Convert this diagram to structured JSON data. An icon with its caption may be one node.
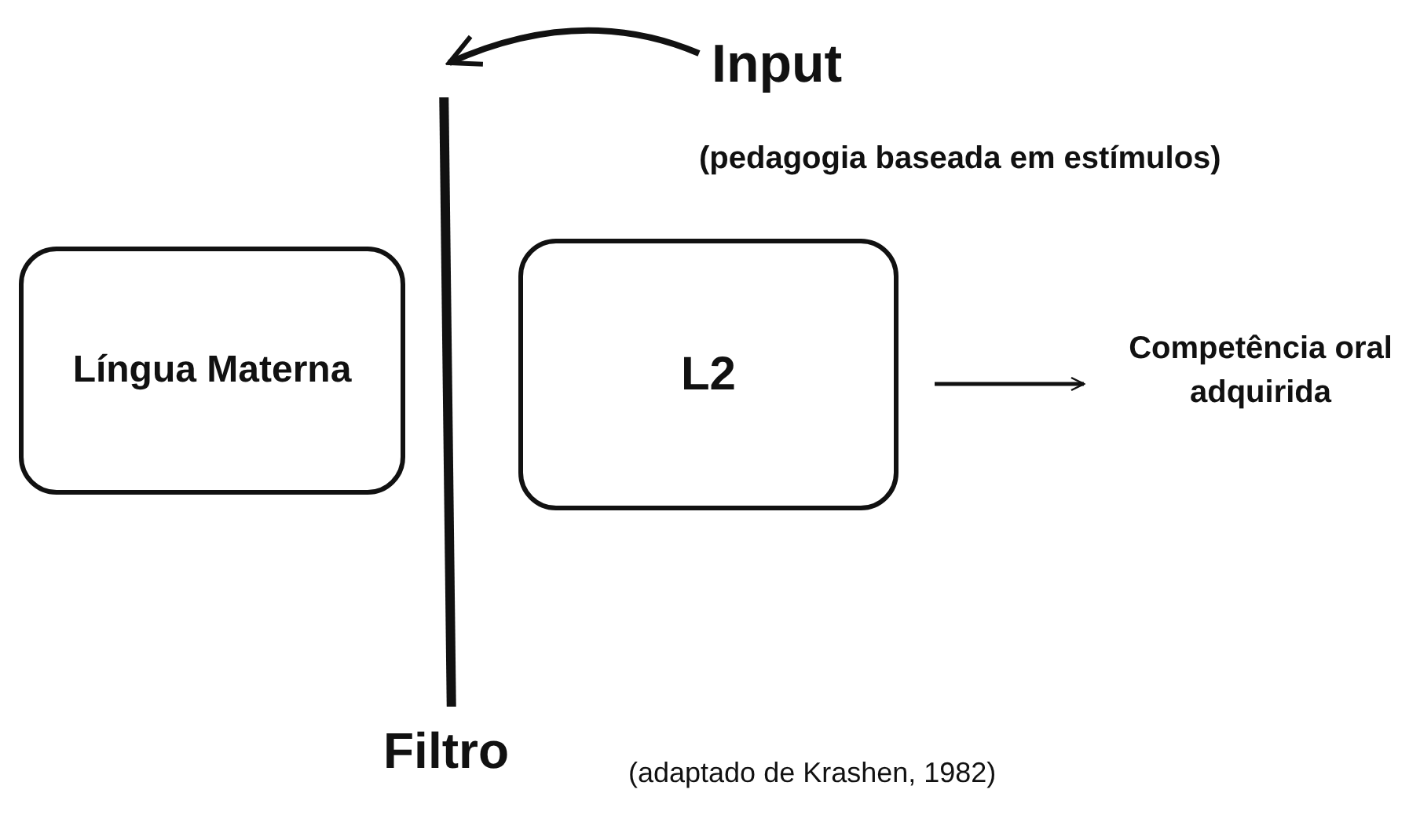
{
  "diagram": {
    "nodes": [
      {
        "text": [
          "Input",
          "(pedagogia baseada em estímulos)"
        ]
      },
      {
        "text": [
          "Filtro"
        ]
      },
      {
        "text": [
          "Língua Materna"
        ]
      },
      {
        "text": [
          "L2"
        ]
      },
      {
        "text": [
          "Competência oral adquirida"
        ]
      }
    ],
    "edges": [
      {
        "from": 0,
        "to": 1,
        "arrow": "to"
      },
      {
        "from": 3,
        "to": 4,
        "arrow": "to"
      }
    ],
    "caption": "(adaptado de Krashen, 1982)"
  }
}
